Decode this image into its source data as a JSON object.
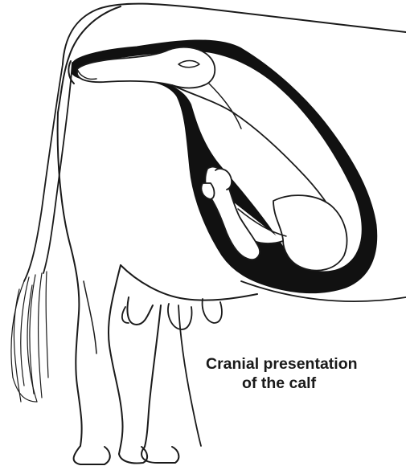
{
  "caption": {
    "line1": "Cranial presentation",
    "line2": "of the calf"
  },
  "colors": {
    "ink": "#1a1a1a",
    "background": "#ffffff",
    "fluid": "#111111"
  },
  "figure": {
    "subject": "cow-in-labour-outline",
    "detail": "calf-inside-uterus"
  }
}
